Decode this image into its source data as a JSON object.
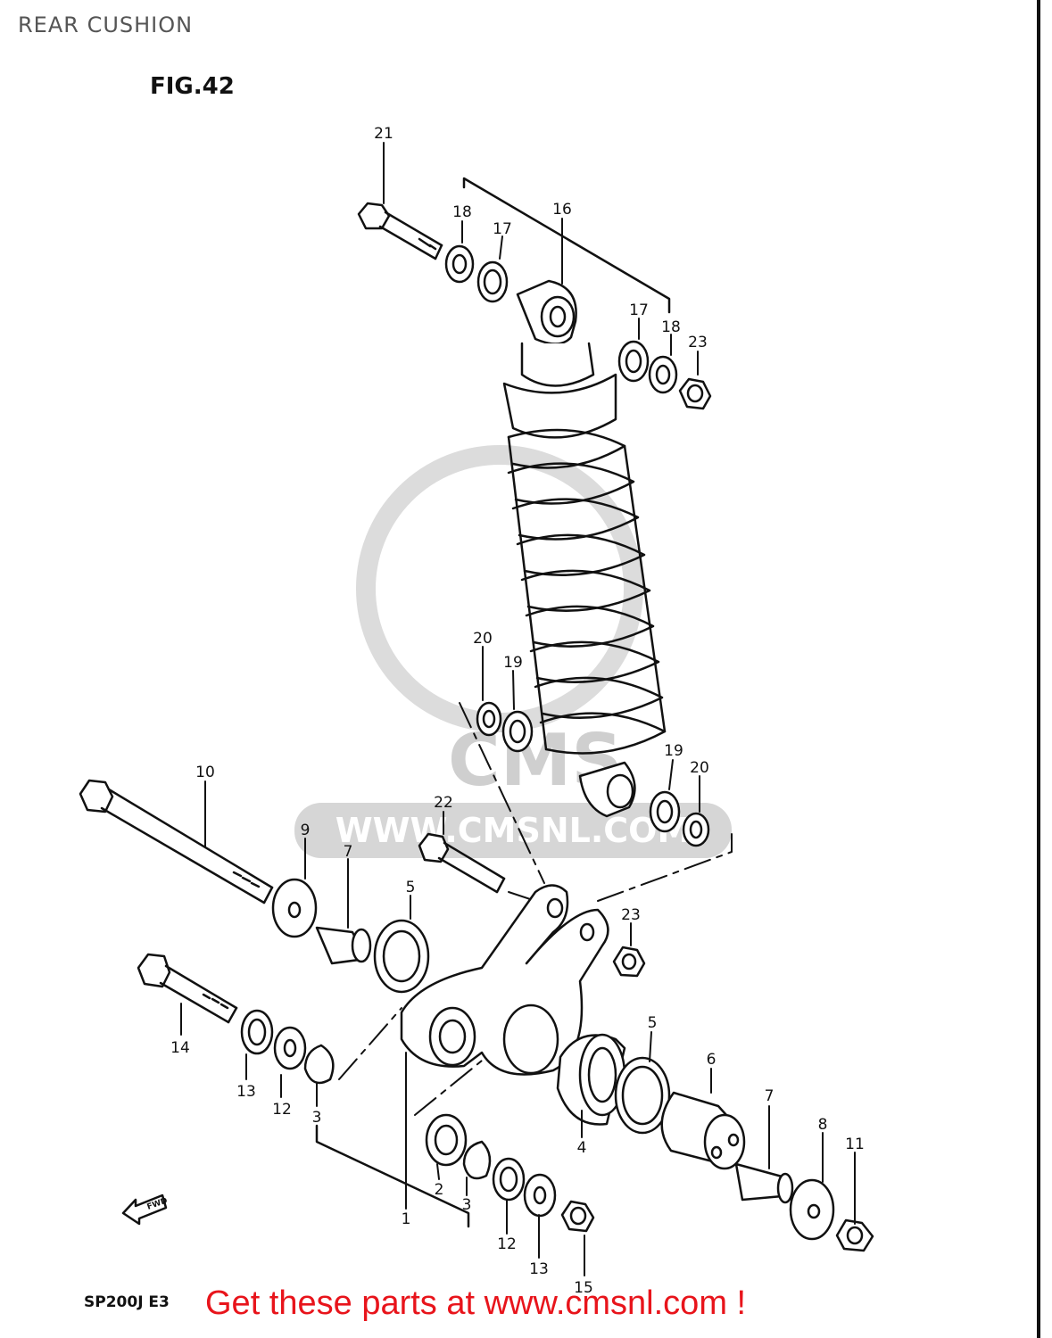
{
  "page_title": "REAR CUSHION",
  "figure_label": "FIG.42",
  "model_code": "SP200J  E3",
  "footer_text": "Get these parts at www.cmsnl.com !",
  "fwd_label": "FWD",
  "watermark": {
    "logo_text": "CMS",
    "url_text": "WWW.CMSNL.COM"
  },
  "callouts": {
    "c21": "21",
    "c18a": "18",
    "c17a": "17",
    "c16": "16",
    "c17b": "17",
    "c18b": "18",
    "c23a": "23",
    "c20a": "20",
    "c19a": "19",
    "c19b": "19",
    "c20b": "20",
    "c10": "10",
    "c22": "22",
    "c9": "9",
    "c7a": "7",
    "c5a": "5",
    "c23b": "23",
    "c14": "14",
    "c13a": "13",
    "c12a": "12",
    "c3a": "3",
    "c1": "1",
    "c2": "2",
    "c3b": "3",
    "c12b": "12",
    "c13b": "13",
    "c15": "15",
    "c5b": "5",
    "c4": "4",
    "c6": "6",
    "c7b": "7",
    "c8": "8",
    "c11": "11"
  },
  "colors": {
    "footer": "#e8141b",
    "ink": "#111111",
    "watermark": "#cfcfcf"
  }
}
